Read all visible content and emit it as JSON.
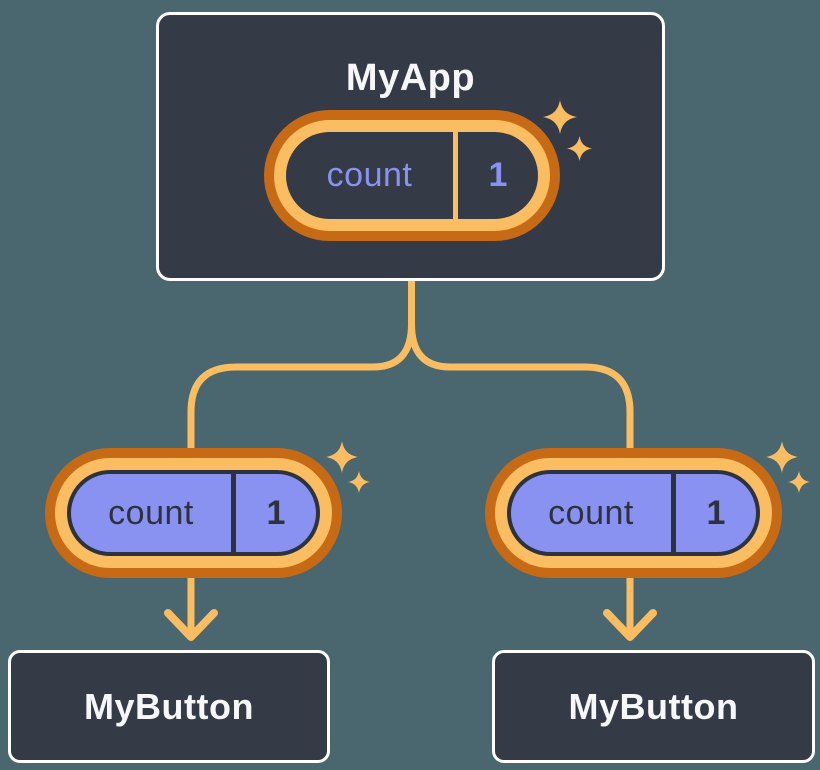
{
  "diagram": {
    "description": "Component tree showing state (count = 1) owned by a parent component and passed to two child components",
    "nodes": {
      "root": {
        "title": "MyApp",
        "state_pill": {
          "label": "count",
          "value": "1"
        }
      },
      "child_left": {
        "title": "MyButton",
        "state_pill": {
          "label": "count",
          "value": "1"
        }
      },
      "child_right": {
        "title": "MyButton",
        "state_pill": {
          "label": "count",
          "value": "1"
        }
      }
    },
    "icons": {
      "sparkle": "sparkle-icon"
    },
    "colors": {
      "background": "#4A666F",
      "node-fill": "#343A46",
      "node-border": "#FFFFFF",
      "node-title": "#F6F7F9",
      "ring-outer": "#C76A15",
      "ring-inner": "#FABD62",
      "connector": "#FABD62",
      "state-purple": "#8992F0",
      "state-dark": "#2D333E"
    }
  }
}
